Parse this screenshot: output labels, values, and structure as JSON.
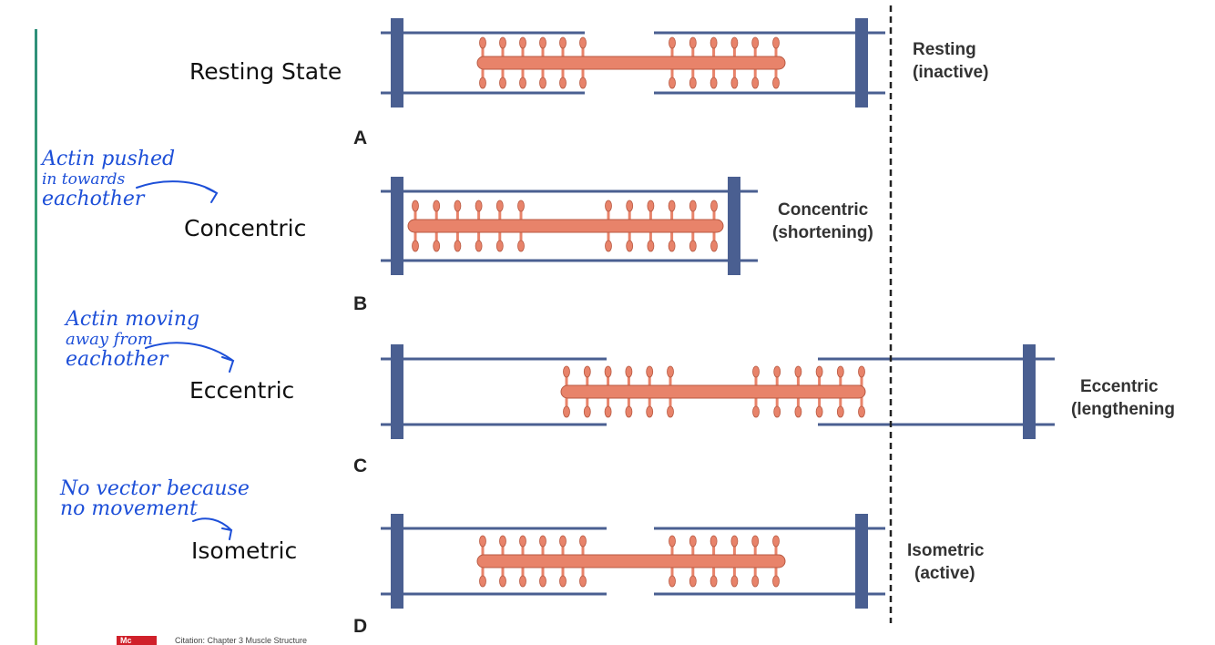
{
  "diagram": {
    "states": [
      {
        "label": "Resting State",
        "letter": "A",
        "side_label": [
          "Resting",
          "(inactive)"
        ]
      },
      {
        "label": "Concentric",
        "letter": "B",
        "side_label": [
          "Concentric",
          "(shortening)"
        ]
      },
      {
        "label": "Eccentric",
        "letter": "C",
        "side_label": [
          "Eccentric",
          "(lengthening"
        ]
      },
      {
        "label": "Isometric",
        "letter": "D",
        "side_label": [
          "Isometric",
          "(active)"
        ]
      }
    ],
    "colors": {
      "z_disc": "#4a5f91",
      "actin": "#4a5f91",
      "myosin": "#e8836a",
      "myosin_outline": "#b85a43",
      "dashed_line": "#222222"
    }
  },
  "annotations": {
    "concentric_note": [
      "Actin pushed",
      "in towards",
      "eachother"
    ],
    "eccentric_note": [
      "Actin moving",
      "away from",
      "eachother"
    ],
    "isometric_note": [
      "No vector because",
      "no movement"
    ]
  },
  "citation": {
    "logo": "Mc",
    "text": "Citation: Chapter 3 Muscle Structure"
  }
}
